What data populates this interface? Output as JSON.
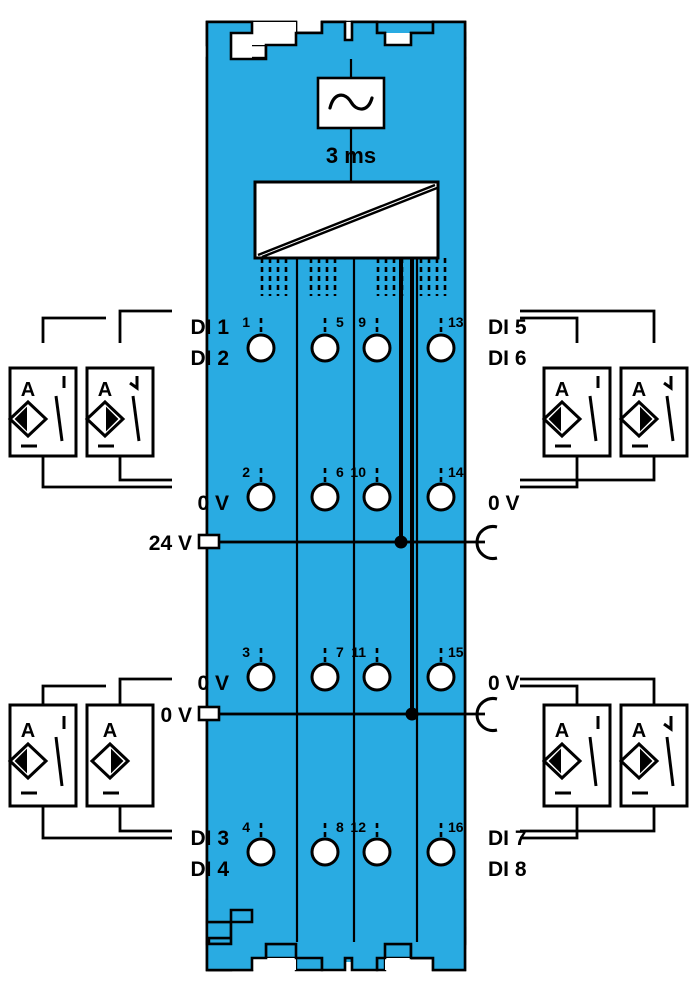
{
  "diagram": {
    "title": "Digital input module wiring diagram",
    "module": {
      "body_color": "#29ABE2",
      "outline_color": "#000000",
      "background_color": "#FFFFFF"
    },
    "filter": {
      "icon": "ac-sine-wave-icon",
      "label": "3 ms"
    },
    "isolation_block": {
      "name": "optocoupler-isolation-block",
      "fill": "#FFFFFF"
    },
    "terminals": {
      "numbers_row1": [
        "1",
        "5",
        "9",
        "13"
      ],
      "numbers_row2": [
        "2",
        "6",
        "10",
        "14"
      ],
      "numbers_row3": [
        "3",
        "7",
        "11",
        "15"
      ],
      "numbers_row4": [
        "4",
        "8",
        "12",
        "16"
      ]
    },
    "labels": {
      "left_top": [
        "DI 1",
        "DI 2"
      ],
      "right_top": [
        "DI 5",
        "DI 6"
      ],
      "left_mid_upper": "0 V",
      "right_mid_upper": "0 V",
      "supply_24v": "24 V",
      "left_mid_lower": "0 V",
      "right_mid_lower": "0 V",
      "supply_0v": "0 V",
      "left_bottom": [
        "DI 3",
        "DI 4"
      ],
      "right_bottom": [
        "DI 7",
        "DI 8"
      ]
    },
    "sensors": {
      "letter": "A",
      "groups": [
        {
          "name": "sensor-group-top-left",
          "items": [
            {
              "name": "sensor-di1",
              "contact": "no",
              "diamond_fill": "left"
            },
            {
              "name": "sensor-di2",
              "contact": "nc",
              "diamond_fill": "right"
            }
          ]
        },
        {
          "name": "sensor-group-top-right",
          "items": [
            {
              "name": "sensor-di5",
              "contact": "no",
              "diamond_fill": "left"
            },
            {
              "name": "sensor-di6",
              "contact": "nc",
              "diamond_fill": "right"
            }
          ]
        },
        {
          "name": "sensor-group-bottom-left",
          "items": [
            {
              "name": "sensor-di3",
              "contact": "no",
              "diamond_fill": "left"
            },
            {
              "name": "sensor-di4",
              "contact": "none",
              "diamond_fill": "right"
            }
          ]
        },
        {
          "name": "sensor-group-bottom-right",
          "items": [
            {
              "name": "sensor-di7",
              "contact": "no",
              "diamond_fill": "left"
            },
            {
              "name": "sensor-di8",
              "contact": "nc",
              "diamond_fill": "right"
            }
          ]
        }
      ]
    },
    "connectors": {
      "supply_24v_type": "square-terminal-icon",
      "supply_0v_type": "square-terminal-icon",
      "right_end_type": "open-arc-connector-icon"
    }
  }
}
